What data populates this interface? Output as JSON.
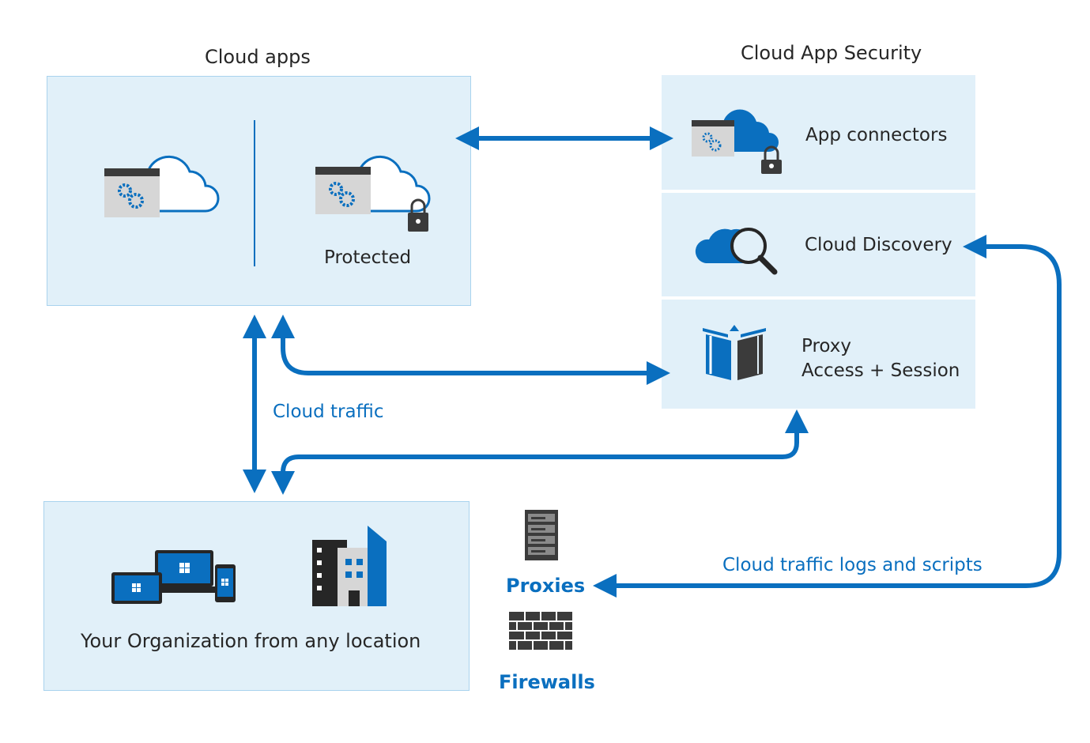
{
  "cloud_apps": {
    "title": "Cloud apps",
    "protected_label": "Protected"
  },
  "cloud_app_security": {
    "title": "Cloud App Security",
    "app_connectors": "App connectors",
    "cloud_discovery": "Cloud Discovery",
    "proxy_line1": "Proxy",
    "proxy_line2": "Access + Session"
  },
  "organization": {
    "label": "Your Organization from any location"
  },
  "flows": {
    "cloud_traffic": "Cloud traffic",
    "logs_scripts": "Cloud traffic logs and scripts"
  },
  "network": {
    "proxies": "Proxies",
    "firewalls": "Firewalls"
  },
  "colors": {
    "accent": "#0a6fbf",
    "panel_fill": "#e1f0f9",
    "icon_gray": "#d6d6d6",
    "icon_dark": "#3b3b3b"
  },
  "icons": {
    "cloud_app": "cloud-app-icon",
    "protected_cloud_app": "locked-cloud-app-icon",
    "app_connector": "app-connector-icon",
    "cloud_discovery": "cloud-search-icon",
    "proxy": "gift-box-icon",
    "devices": "devices-icon",
    "building": "building-icon",
    "server": "server-rack-icon",
    "firewall": "brick-wall-icon"
  }
}
